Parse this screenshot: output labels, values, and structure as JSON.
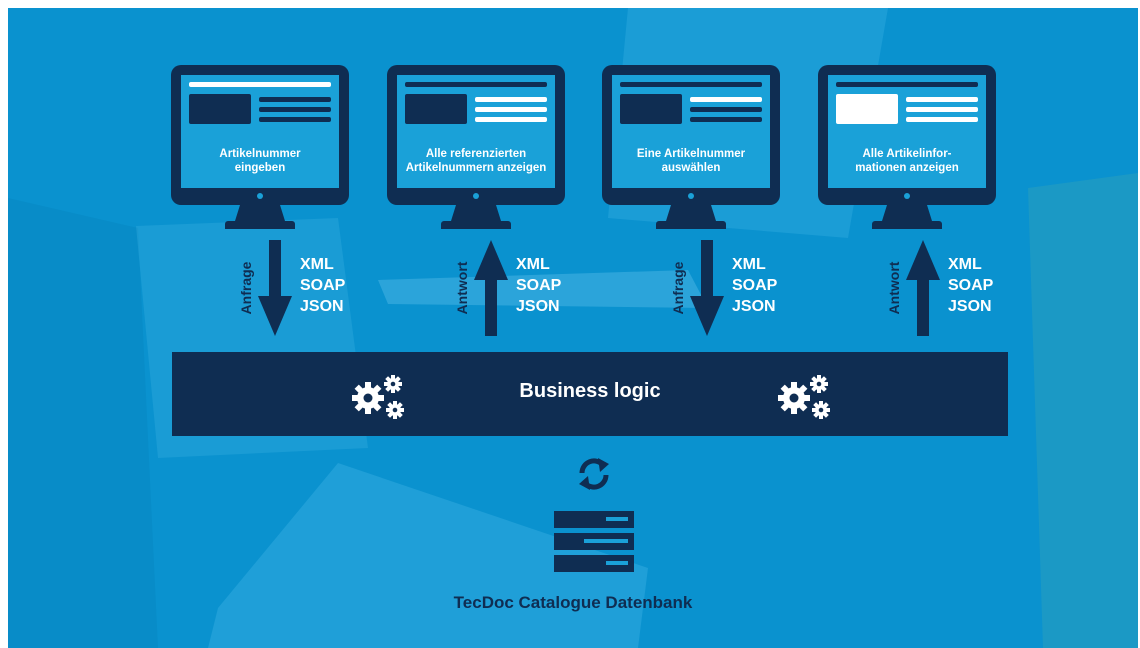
{
  "colors": {
    "background": "#0a92cf",
    "navy": "#0f2d52",
    "screen": "#1aa1d8",
    "white": "#ffffff"
  },
  "monitors": [
    {
      "line1": "Artikelnummer",
      "line2": "eingeben"
    },
    {
      "line1": "Alle referenzierten",
      "line2": "Artikelnummern anzeigen"
    },
    {
      "line1": "Eine Artikelnummer",
      "line2": "auswählen"
    },
    {
      "line1": "Alle Artikelinfor-",
      "line2": "mationen anzeigen"
    }
  ],
  "flows": [
    {
      "label": "Anfrage",
      "direction": "down",
      "formats": [
        "XML",
        "SOAP",
        "JSON"
      ]
    },
    {
      "label": "Antwort",
      "direction": "up",
      "formats": [
        "XML",
        "SOAP",
        "JSON"
      ]
    },
    {
      "label": "Anfrage",
      "direction": "down",
      "formats": [
        "XML",
        "SOAP",
        "JSON"
      ]
    },
    {
      "label": "Antwort",
      "direction": "up",
      "formats": [
        "XML",
        "SOAP",
        "JSON"
      ]
    }
  ],
  "business_logic": {
    "label": "Business logic",
    "icon": "gears-icon"
  },
  "sync_icon": "sync-icon",
  "database": {
    "icon": "server-icon",
    "title": "TecDoc Catalogue Datenbank"
  }
}
